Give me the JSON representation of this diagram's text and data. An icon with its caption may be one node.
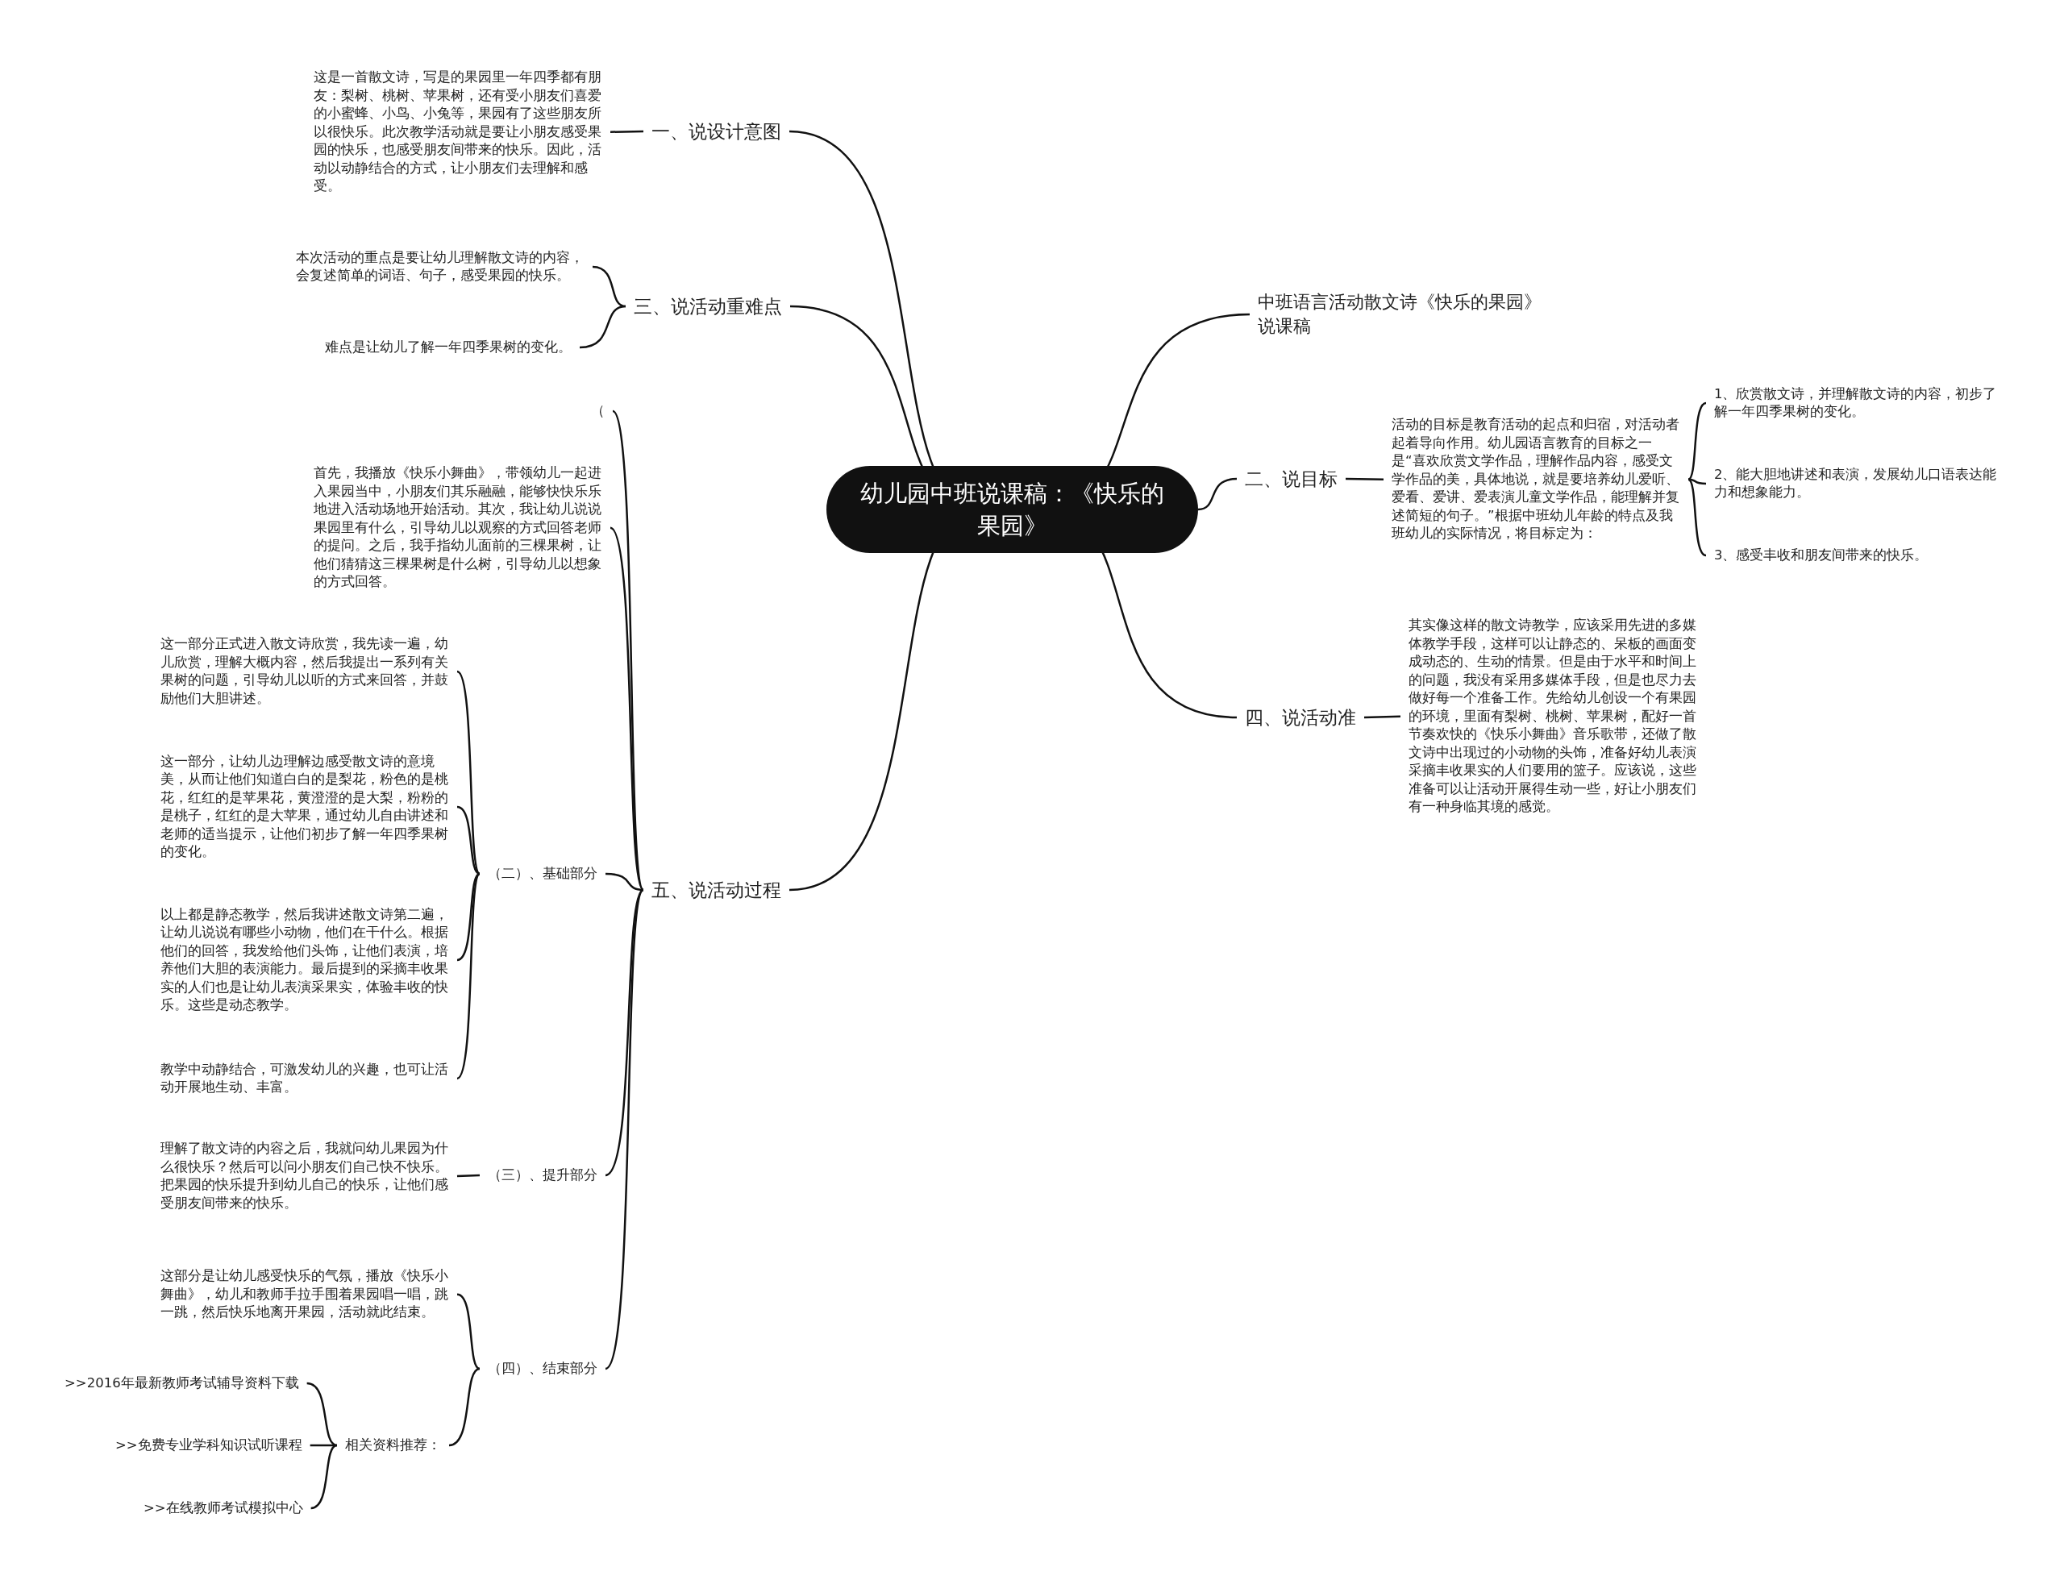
{
  "diagram": {
    "nodes": [
      {
        "text": [
          "幼儿园中班说课稿：《快乐的果园》"
        ]
      },
      {
        "text": [
          "一、说设计意图"
        ]
      },
      {
        "text": [
          "这是一首散文诗，写是的果园里一年四季都有朋友：梨树、桃树、苹果树，还有受小朋友们喜爱的小蜜蜂、小鸟、小兔等，果园有了这些朋友所以很快乐。此次教学活动就是要让小朋友感受果园的快乐，也感受朋友间带来的快乐。因此，活动以动静结合的方式，让小朋友们去理解和感受。"
        ]
      },
      {
        "text": [
          "三、说活动重难点"
        ]
      },
      {
        "text": [
          "本次活动的重点是要让幼儿理解散文诗的内容，会复述简单的词语、句子，感受果园的快乐。"
        ]
      },
      {
        "text": [
          "难点是让幼儿了解一年四季果树的变化。"
        ]
      },
      {
        "text": [
          "五、说活动过程"
        ]
      },
      {
        "text": [
          "（"
        ]
      },
      {
        "text": [
          "首先，我播放《快乐小舞曲》，带领幼儿一起进入果园当中，小朋友们其乐融融，能够快快乐乐地进入活动场地开始活动。其次，我让幼儿说说果园里有什么，引导幼儿以观察的方式回答老师的提问。之后，我手指幼儿面前的三棵果树，让他们猜猜这三棵果树是什么树，引导幼儿以想象的方式回答。"
        ]
      },
      {
        "text": [
          "（二）、基础部分"
        ]
      },
      {
        "text": [
          "这一部分正式进入散文诗欣赏，我先读一遍，幼儿欣赏，理解大概内容，然后我提出一系列有关果树的问题，引导幼儿以听的方式来回答，并鼓励他们大胆讲述。"
        ]
      },
      {
        "text": [
          "这一部分，让幼儿边理解边感受散文诗的意境美，从而让他们知道白白的是梨花，粉色的是桃花，红红的是苹果花，黄澄澄的是大梨，粉粉的是桃子，红红的是大苹果，通过幼儿自由讲述和老师的适当提示，让他们初步了解一年四季果树的变化。"
        ]
      },
      {
        "text": [
          "以上都是静态教学，然后我讲述散文诗第二遍，让幼儿说说有哪些小动物，他们在干什么。根据他们的回答，我发给他们头饰，让他们表演，培养他们大胆的表演能力。最后提到的采摘丰收果实的人们也是让幼儿表演采果实，体验丰收的快乐。这些是动态教学。"
        ]
      },
      {
        "text": [
          "教学中动静结合，可激发幼儿的兴趣，也可让活动开展地生动、丰富。"
        ]
      },
      {
        "text": [
          "（三）、提升部分"
        ]
      },
      {
        "text": [
          "理解了散文诗的内容之后，我就问幼儿果园为什么很快乐？然后可以问小朋友们自己快不快乐。把果园的快乐提升到幼儿自己的快乐，让他们感受朋友间带来的快乐。"
        ]
      },
      {
        "text": [
          "（四）、结束部分"
        ]
      },
      {
        "text": [
          "这部分是让幼儿感受快乐的气氛，播放《快乐小舞曲》，幼儿和教师手拉手围着果园唱一唱，跳一跳，然后快乐地离开果园，活动就此结束。"
        ]
      },
      {
        "text": [
          "相关资料推荐："
        ]
      },
      {
        "text": [
          ">>2016年最新教师考试辅导资料下载"
        ]
      },
      {
        "text": [
          ">>免费专业学科知识试听课程"
        ]
      },
      {
        "text": [
          ">>在线教师考试模拟中心"
        ]
      },
      {
        "text": [
          "中班语言活动散文诗《快乐的果园》说课稿"
        ]
      },
      {
        "text": [
          "二、说目标"
        ]
      },
      {
        "text": [
          "活动的目标是教育活动的起点和归宿，对活动者起着导向作用。幼儿园语言教育的目标之一是“喜欢欣赏文学作品，理解作品内容，感受文学作品的美，具体地说，就是要培养幼儿爱听、爱看、爱讲、爱表演儿童文学作品，能理解并复述简短的句子。”根据中班幼儿年龄的特点及我班幼儿的实际情况，将目标定为："
        ]
      },
      {
        "text": [
          "1、欣赏散文诗，并理解散文诗的内容，初步了解一年四季果树的变化。"
        ]
      },
      {
        "text": [
          "2、能大胆地讲述和表演，发展幼儿口语表达能力和想象能力。"
        ]
      },
      {
        "text": [
          "3、感受丰收和朋友间带来的快乐。"
        ]
      },
      {
        "text": [
          "四、说活动准"
        ]
      },
      {
        "text": [
          "其实像这样的散文诗教学，应该采用先进的多媒体教学手段，这样可以让静态的、呆板的画面变成动态的、生动的情景。但是由于水平和时间上的问题，我没有采用多媒体手段，但是也尽力去做好每一个准备工作。先给幼儿创设一个有果园的环境，里面有梨树、桃树、苹果树，配好一首节奏欢快的《快乐小舞曲》音乐歌带，还做了散文诗中出现过的小动物的头饰，准备好幼儿表演采摘丰收果实的人们要用的篮子。应该说，这些准备可以让活动开展得生动一些，好让小朋友们有一种身临其境的感觉。"
        ]
      }
    ],
    "edges": [
      {
        "from": 0,
        "to": 1,
        "arrow": "none"
      },
      {
        "from": 1,
        "to": 2,
        "arrow": "none"
      },
      {
        "from": 0,
        "to": 3,
        "arrow": "none"
      },
      {
        "from": 3,
        "to": 4,
        "arrow": "none"
      },
      {
        "from": 3,
        "to": 5,
        "arrow": "none"
      },
      {
        "from": 0,
        "to": 6,
        "arrow": "none"
      },
      {
        "from": 6,
        "to": 7,
        "arrow": "none"
      },
      {
        "from": 6,
        "to": 8,
        "arrow": "none"
      },
      {
        "from": 6,
        "to": 9,
        "arrow": "none"
      },
      {
        "from": 9,
        "to": 10,
        "arrow": "none"
      },
      {
        "from": 9,
        "to": 11,
        "arrow": "none"
      },
      {
        "from": 9,
        "to": 12,
        "arrow": "none"
      },
      {
        "from": 9,
        "to": 13,
        "arrow": "none"
      },
      {
        "from": 6,
        "to": 14,
        "arrow": "none"
      },
      {
        "from": 14,
        "to": 15,
        "arrow": "none"
      },
      {
        "from": 6,
        "to": 16,
        "arrow": "none"
      },
      {
        "from": 16,
        "to": 17,
        "arrow": "none"
      },
      {
        "from": 16,
        "to": 18,
        "arrow": "none"
      },
      {
        "from": 18,
        "to": 19,
        "arrow": "none"
      },
      {
        "from": 18,
        "to": 20,
        "arrow": "none"
      },
      {
        "from": 18,
        "to": 21,
        "arrow": "none"
      },
      {
        "from": 0,
        "to": 22,
        "arrow": "none"
      },
      {
        "from": 0,
        "to": 23,
        "arrow": "none"
      },
      {
        "from": 23,
        "to": 24,
        "arrow": "none"
      },
      {
        "from": 24,
        "to": 25,
        "arrow": "none"
      },
      {
        "from": 24,
        "to": 26,
        "arrow": "none"
      },
      {
        "from": 24,
        "to": 27,
        "arrow": "none"
      },
      {
        "from": 0,
        "to": 28,
        "arrow": "none"
      },
      {
        "from": 28,
        "to": 29,
        "arrow": "none"
      }
    ]
  }
}
